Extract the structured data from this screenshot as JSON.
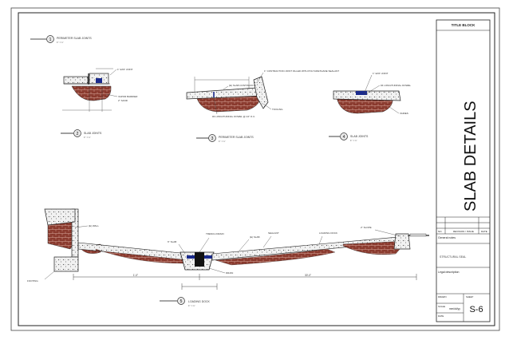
{
  "sheet": {
    "title_top": "TITLE BLOCK",
    "title": "SLAB DETAILS",
    "sheet_number": "S-6",
    "date": "mm/dd/yy",
    "stamp_label": "STRUCTURAL SEAL",
    "notes_label": "Legal description",
    "general_notes": "General notes",
    "row_labels": [
      "NO.",
      "REVISION / ISSUE",
      "DATE"
    ],
    "small_labels": [
      "DRAWN",
      "SCALE",
      "DATE",
      "SHEET"
    ]
  },
  "details": {
    "d1": {
      "marker": "1",
      "title": "PERIMETER SLAB JOINTS",
      "scale": "1\" = 1'",
      "labels": [
        "1\" EXP. JOINT",
        "VAPOR BARRIER",
        "2\" SAND"
      ]
    },
    "d2": {
      "marker": "2",
      "title": "SLAB JOINTS",
      "scale": "1\" = 1'"
    },
    "d3": {
      "marker": "3",
      "title": "PERIMETER SLAB JOINTS",
      "scale": "1\" = 1'",
      "labels": [
        "1\" CONTRACTION JOINT FILLED WITH POLYURETHANE SEALANT",
        "(E) SLAB CONTINUOUS",
        "#4 LONGITUDINAL DOWEL @ 24\" O.C.",
        "TOOLING"
      ]
    },
    "d4": {
      "marker": "4",
      "title": "SLAB JOINTS",
      "scale": "1\" = 1'",
      "labels": [
        "1\" EXP. JOINT",
        "#4 LONGITUDINAL DOWEL",
        "VARIES"
      ]
    },
    "d5": {
      "marker": "5",
      "title": "LOADING DOCK",
      "scale": "1\" = 1'",
      "labels": [
        "(E) WALL",
        "TRENCH DRAIN",
        "6\" SLAB",
        "DRAIN",
        "(E) SLAB",
        "SEALANT",
        "FOOTING",
        "LOADING DOCK",
        "2\" SLOPE",
        "1'-0\"",
        "30'-0\""
      ]
    }
  }
}
